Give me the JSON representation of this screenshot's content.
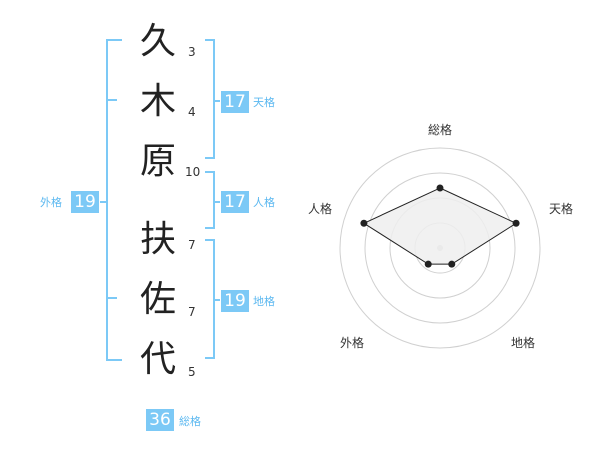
{
  "name_chars": [
    {
      "char": "久",
      "strokes": "3"
    },
    {
      "char": "木",
      "strokes": "4"
    },
    {
      "char": "原",
      "strokes": "10"
    },
    {
      "char": "扶",
      "strokes": "7"
    },
    {
      "char": "佐",
      "strokes": "7"
    },
    {
      "char": "代",
      "strokes": "5"
    }
  ],
  "kakaku": {
    "tenkaku": {
      "value": "17",
      "label": "天格"
    },
    "jinkaku": {
      "value": "17",
      "label": "人格"
    },
    "chikaku": {
      "value": "19",
      "label": "地格"
    },
    "gaikaku": {
      "value": "19",
      "label": "外格"
    },
    "soukaku": {
      "value": "36",
      "label": "総格"
    }
  },
  "radar": {
    "axes": [
      "総格",
      "天格",
      "地格",
      "外格",
      "人格"
    ],
    "levels": 4,
    "values": [
      3,
      4,
      1,
      1,
      4
    ],
    "max": 5,
    "line_color": "#222222",
    "fill_color": "#eeeeee",
    "grid_color": "#d0d0d0"
  },
  "colors": {
    "accent": "#7cc9f6",
    "bracket": "#7cc9f6",
    "label": "#5bb8f0"
  }
}
